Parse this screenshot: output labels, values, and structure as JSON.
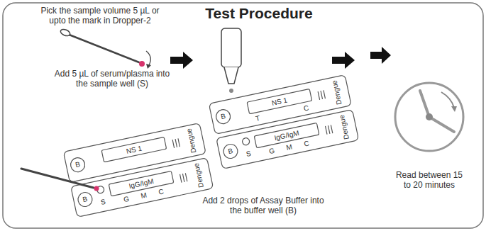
{
  "diagram": {
    "title": "Test Procedure",
    "labels": [
      "Pick the sample volume 5 µL or upto the mark in Dropper-2",
      "Add 5 µL of serum/plasma into the sample well (S)",
      "NS 1",
      "Dengue",
      "B",
      "IgG/IgM",
      "G",
      "M",
      "C",
      "Dengue",
      "S",
      "B",
      "NS 1",
      "C",
      "T",
      "Dengue",
      "B",
      "IgG/IgM",
      "G",
      "M",
      "C",
      "Dengue",
      "S",
      "B",
      "Add 2 drops of Assay Buffer into the buffer well (B)",
      "Read between 15 to 20 minutes"
    ]
  }
}
